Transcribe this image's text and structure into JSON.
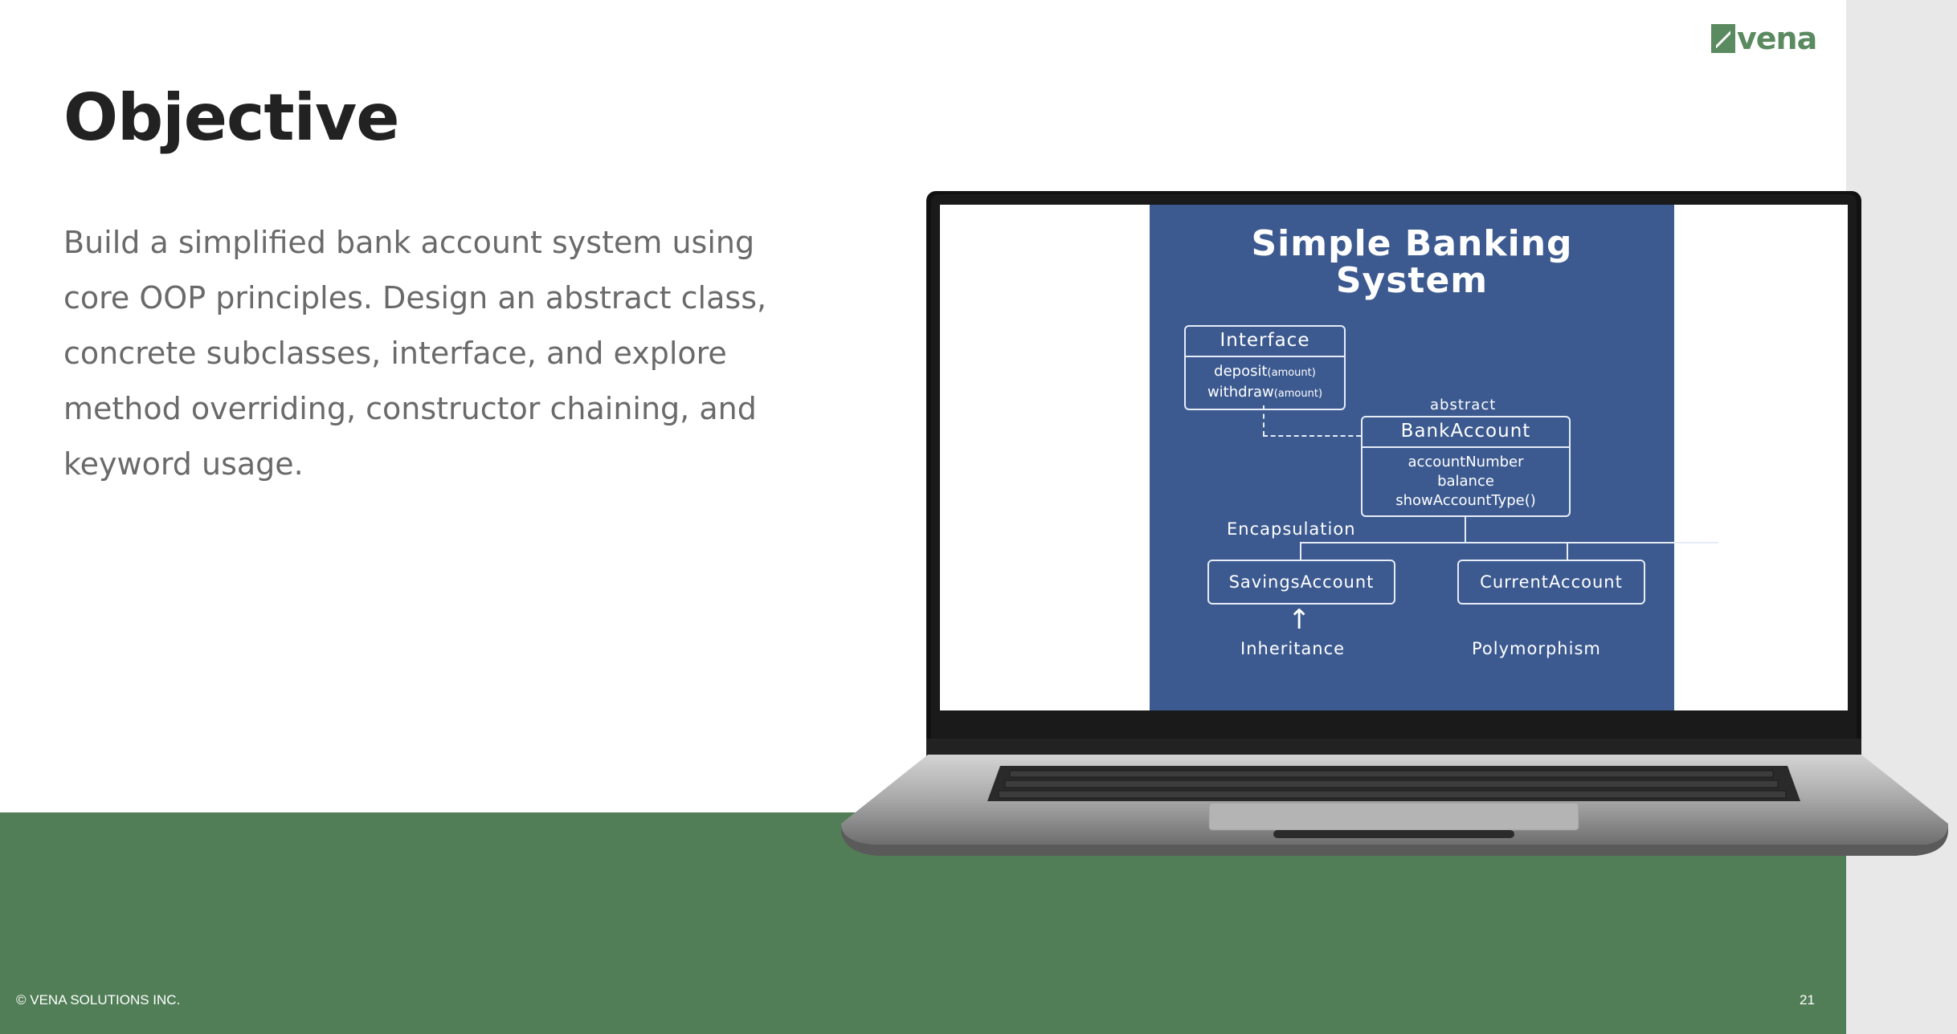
{
  "brand": {
    "logo_text": "vena",
    "accent": "#517e57"
  },
  "slide": {
    "title": "Objective",
    "body": "Build a simplified bank account system using core OOP principles. Design an abstract class, concrete subclasses, interface, and explore method overriding, constructor chaining, and keyword usage.",
    "footer_copyright": "© VENA SOLUTIONS INC.",
    "page_number": "21"
  },
  "diagram": {
    "title_line1": "Simple Banking",
    "title_line2": "System",
    "interface": {
      "title": "Interface",
      "method1": "deposit",
      "method1_arg": "(amount)",
      "method2": "withdraw",
      "method2_arg": "(amount)"
    },
    "abstract_label": "abstract",
    "bank_account": {
      "title": "BankAccount",
      "field1": "accountNumber",
      "field2": "balance",
      "field3": "showAccountType()"
    },
    "encapsulation_label": "Encapsulation",
    "savings": "SavingsAccount",
    "current": "CurrentAccount",
    "inheritance_label": "Inheritance",
    "polymorphism_label": "Polymorphism",
    "diagram_color": "#3c5a90"
  }
}
